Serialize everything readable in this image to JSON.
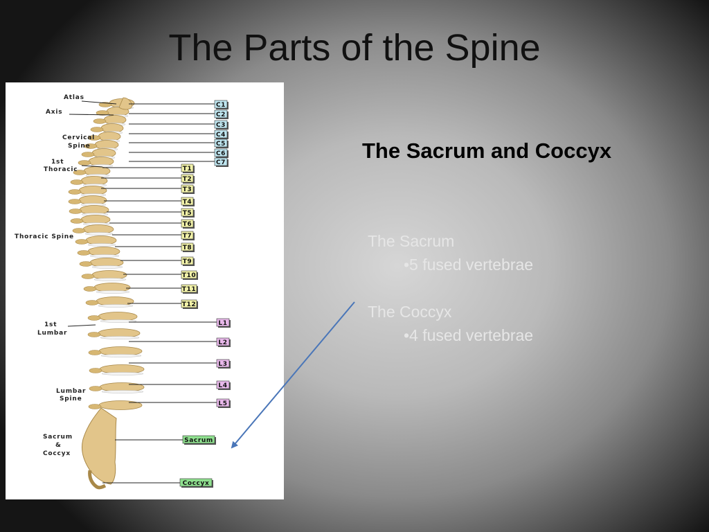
{
  "slide": {
    "title": "The Parts of the Spine",
    "subtitle": "The Sacrum and Coccyx",
    "sacrum_heading": "The Sacrum",
    "sacrum_bullet": "•5 fused vertebrae",
    "coccyx_heading": "The Coccyx",
    "coccyx_bullet": "•4 fused vertebrae"
  },
  "diagram": {
    "region_labels": {
      "atlas": "Atlas",
      "axis": "Axis",
      "cervical_1": "Cervical",
      "cervical_2": "Spine",
      "thoracic1_1": "1st",
      "thoracic1_2": "Thoracic",
      "thoracic_spine": "Thoracic Spine",
      "lumbar1_1": "1st",
      "lumbar1_2": "Lumbar",
      "lumbar_1": "Lumbar",
      "lumbar_2": "Spine",
      "sacrum_1": "Sacrum",
      "sacrum_2": "&",
      "sacrum_3": "Coccyx"
    },
    "cervical_tags": [
      "C1",
      "C2",
      "C3",
      "C4",
      "C5",
      "C6",
      "C7"
    ],
    "thoracic_tags": [
      "T1",
      "T2",
      "T3",
      "T4",
      "T5",
      "T6",
      "T7",
      "T8",
      "T9",
      "T10",
      "T11",
      "T12"
    ],
    "lumbar_tags": [
      "L1",
      "L2",
      "L3",
      "L4",
      "L5"
    ],
    "sacrum_tag": "Sacrum",
    "coccyx_tag": "Coccyx",
    "colors": {
      "cervical_tag": "#bfe6f0",
      "thoracic_tag": "#f2f2a8",
      "lumbar_tag": "#e8b8ea",
      "sacral_tag": "#8fe08f",
      "bone": "#e2c58a",
      "disc": "#f4f4f4",
      "arrow": "#4a76b8"
    }
  }
}
